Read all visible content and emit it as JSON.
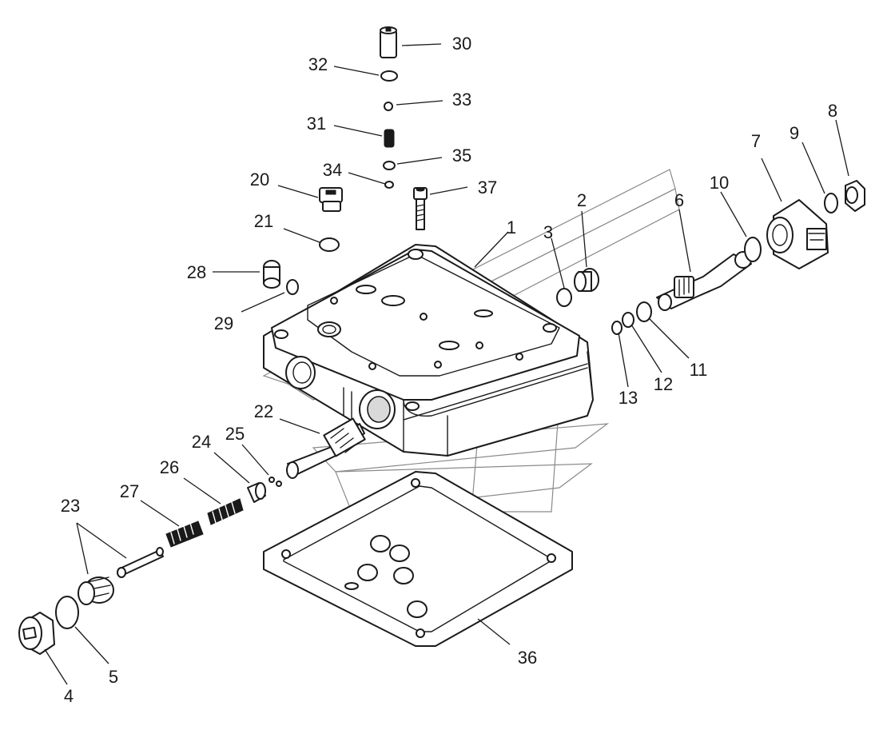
{
  "diagram": {
    "callouts": [
      "1",
      "2",
      "3",
      "4",
      "5",
      "6",
      "7",
      "8",
      "9",
      "10",
      "11",
      "12",
      "13",
      "20",
      "21",
      "22",
      "23",
      "24",
      "25",
      "26",
      "27",
      "28",
      "29",
      "30",
      "31",
      "32",
      "33",
      "34",
      "35",
      "36",
      "37"
    ]
  },
  "colors": {
    "line": "#1a1a1a",
    "watermark": "#8a8a8a",
    "background": "#ffffff"
  }
}
